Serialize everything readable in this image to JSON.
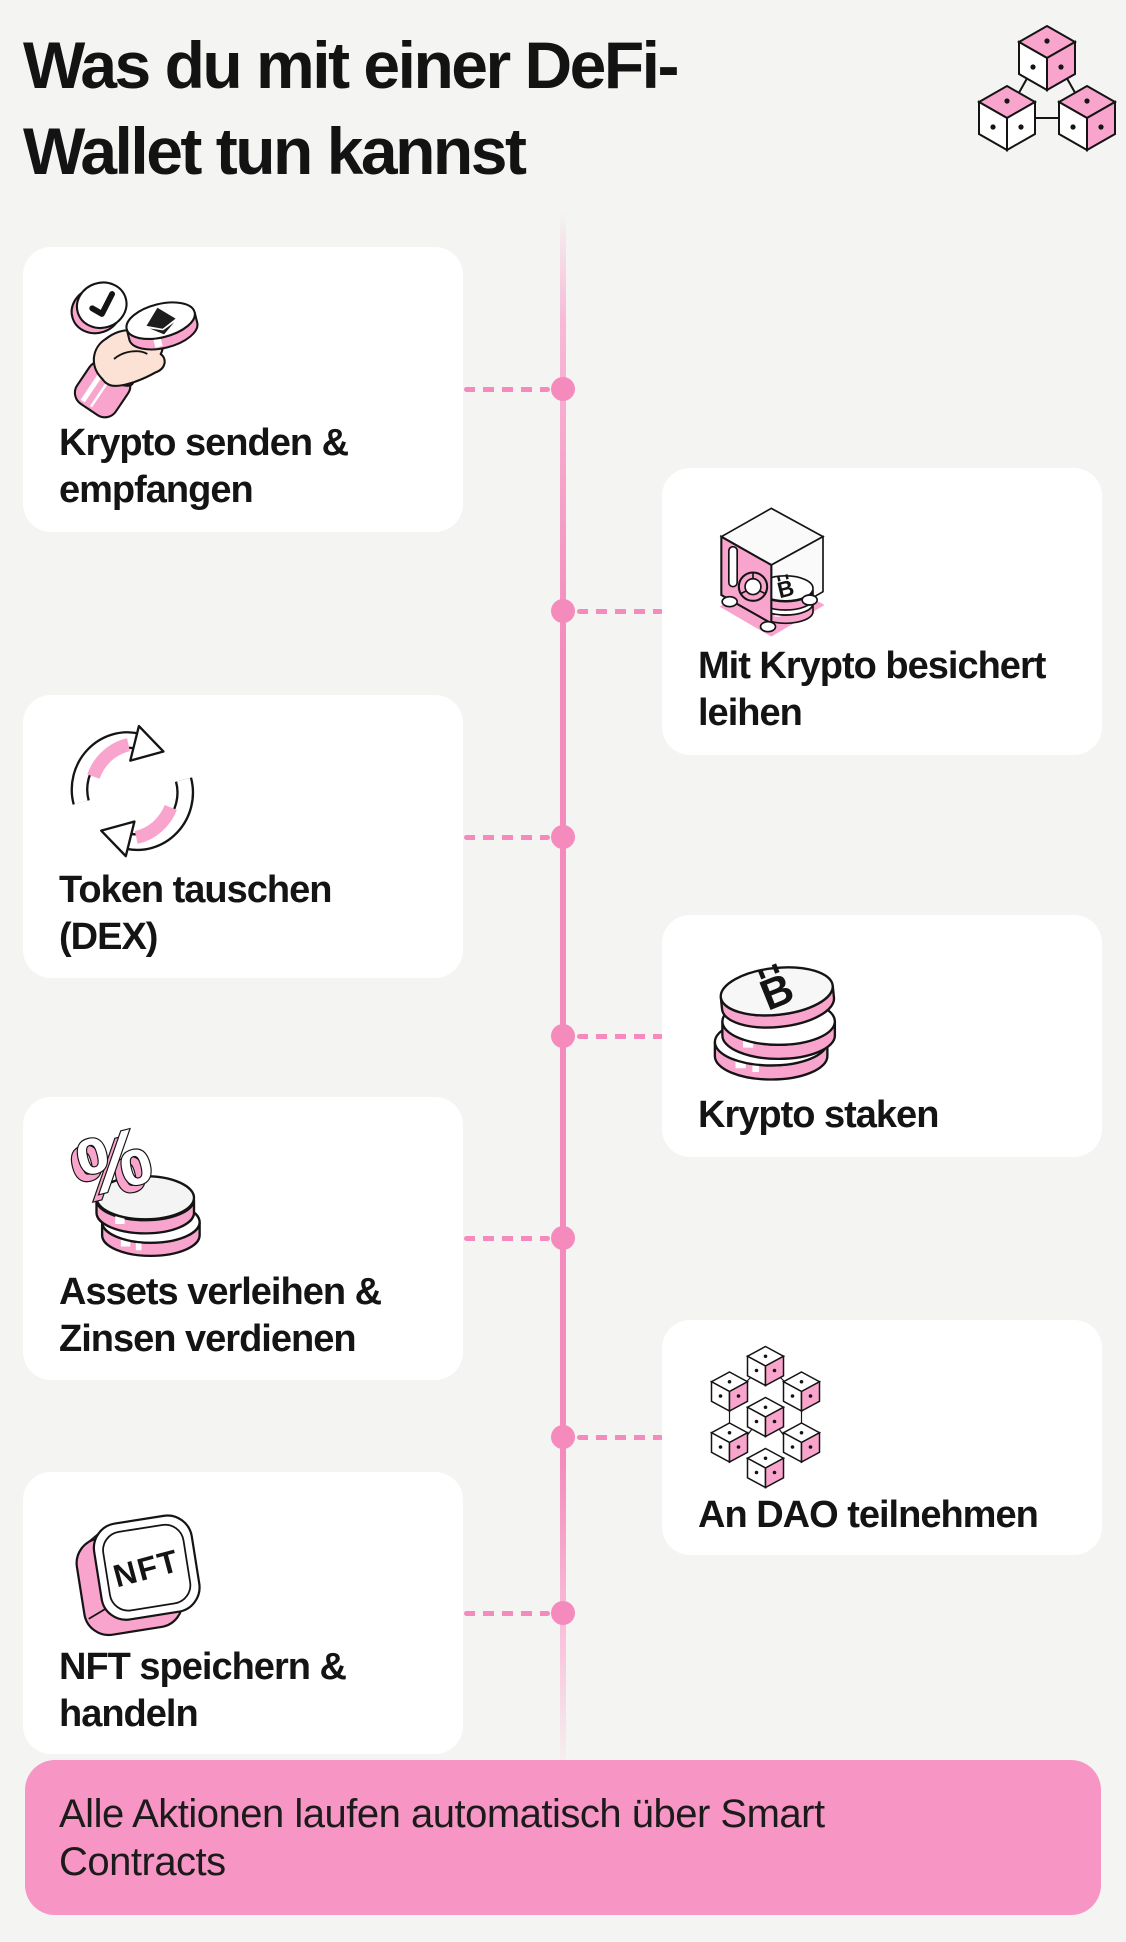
{
  "title": {
    "line1": "Was du mit einer DeFi-",
    "line2": "Wallet tun kannst",
    "full": "Was du mit einer DeFi-Wallet tun kannst"
  },
  "header_icon": "blockchain-cubes-icon",
  "colors": {
    "background": "#f4f4f2",
    "card": "#ffffff",
    "text": "#141414",
    "accent_pink": "#f48bbc",
    "icon_pink": "#f9a4cc",
    "banner_pink": "#f795c4"
  },
  "cards": [
    {
      "id": "send-receive",
      "side": "left",
      "icon": "hand-coin-check-icon",
      "line1": "Krypto senden &",
      "line2": "empfangen"
    },
    {
      "id": "borrow",
      "side": "right",
      "icon": "safe-bitcoin-icon",
      "line1": "Mit Krypto besichert",
      "line2": "leihen"
    },
    {
      "id": "swap",
      "side": "left",
      "icon": "swap-arrows-icon",
      "line1": "Token tauschen",
      "line2": "(DEX)"
    },
    {
      "id": "stake",
      "side": "right",
      "icon": "coin-stack-icon",
      "line1": "Krypto staken",
      "line2": ""
    },
    {
      "id": "lend",
      "side": "left",
      "icon": "percent-coins-icon",
      "line1": "Assets verleihen &",
      "line2": "Zinsen verdienen"
    },
    {
      "id": "dao",
      "side": "right",
      "icon": "dao-cubes-icon",
      "line1": "An DAO teilnehmen",
      "line2": ""
    },
    {
      "id": "nft",
      "side": "left",
      "icon": "nft-badge-icon",
      "line1": "NFT speichern &",
      "line2": "handeln"
    }
  ],
  "banner": {
    "text": "Alle Aktionen laufen automatisch über Smart Contracts"
  }
}
